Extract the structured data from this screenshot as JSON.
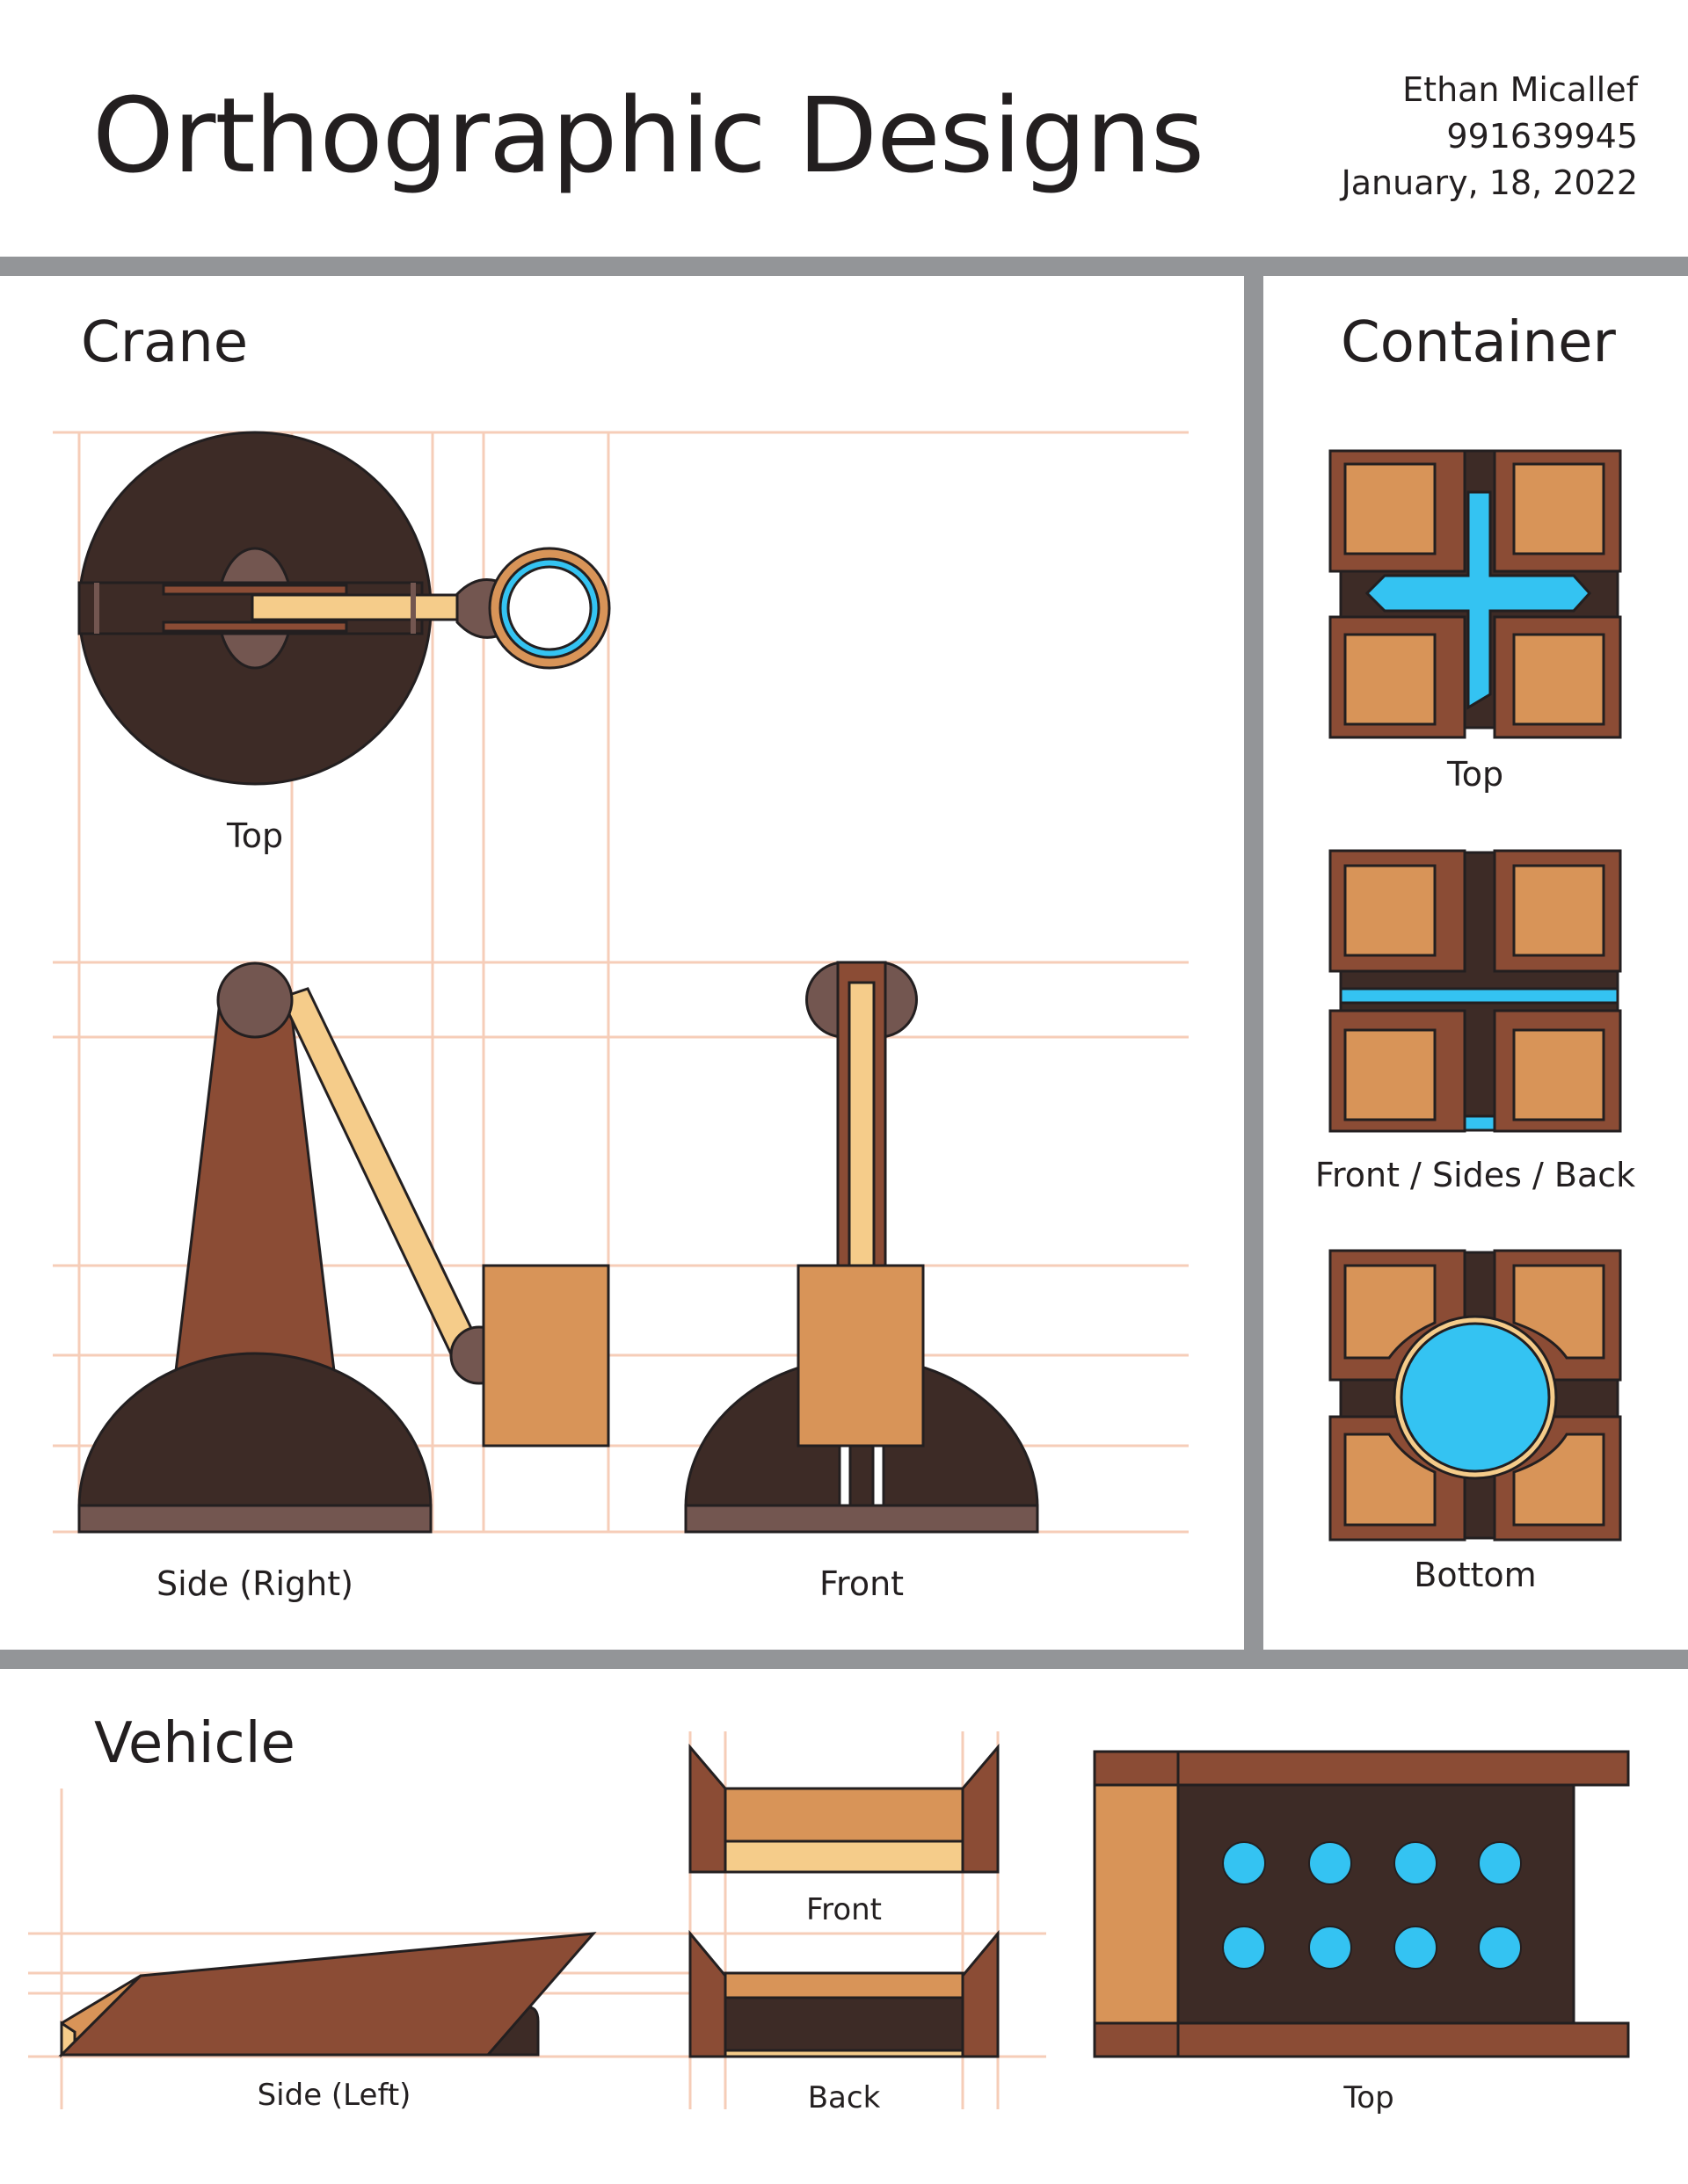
{
  "header": {
    "title": "Orthographic Designs",
    "author": "Ethan Micallef",
    "id_number": "991639945",
    "date": "January, 18, 2022"
  },
  "crane": {
    "heading": "Crane",
    "views": {
      "top": "Top",
      "side": "Side (Right)",
      "front": "Front"
    }
  },
  "container": {
    "heading": "Container",
    "views": {
      "top": "Top",
      "front": "Front / Sides / Back",
      "bottom": "Bottom"
    }
  },
  "vehicle": {
    "heading": "Vehicle",
    "views": {
      "side": "Side (Left)",
      "front": "Front",
      "back": "Back",
      "top": "Top"
    }
  },
  "colors": {
    "divider": "#939598",
    "guide": "#f6cdb8",
    "dark_brown": "#3d2b26",
    "mid_brown": "#8b4c35",
    "taupe": "#735650",
    "tan": "#d89458",
    "light_tan": "#f5cc8a",
    "cyan": "#34c3f2",
    "outline": "#231f20"
  }
}
